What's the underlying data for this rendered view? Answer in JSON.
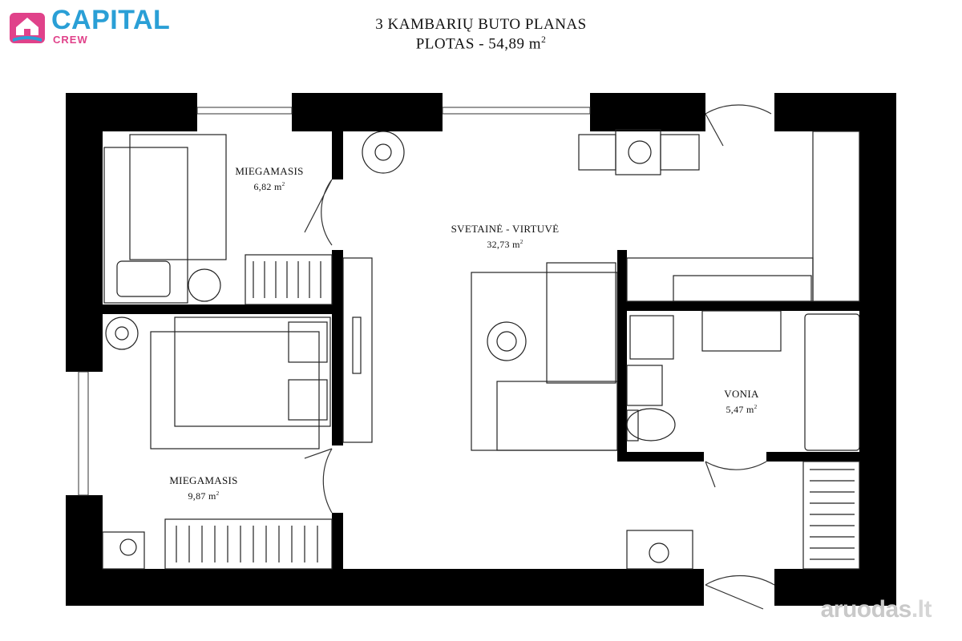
{
  "logo": {
    "name": "CAPITAL",
    "sub": "CREW",
    "brand_blue": "#2a9fd6",
    "brand_pink": "#e0428a"
  },
  "title": {
    "line1": "3 KAMBARIŲ BUTO PLANAS",
    "line2_prefix": "PLOTAS - 54,89 m",
    "line2_sup": "2"
  },
  "rooms": {
    "bedroom_small": {
      "name": "MIEGAMASIS",
      "area": "6,82 m",
      "sup": "2"
    },
    "living_kitchen": {
      "name": "SVETAINĖ - VIRTUVĖ",
      "area": "32,73 m",
      "sup": "2"
    },
    "bedroom_large": {
      "name": "MIEGAMASIS",
      "area": "9,87 m",
      "sup": "2"
    },
    "bathroom": {
      "name": "VONIA",
      "area": "5,47 m",
      "sup": "2"
    }
  },
  "watermark": {
    "text": "aruodas",
    "tld": ".lt"
  },
  "colors": {
    "wall": "#000000",
    "line": "#222222",
    "background": "#ffffff"
  }
}
